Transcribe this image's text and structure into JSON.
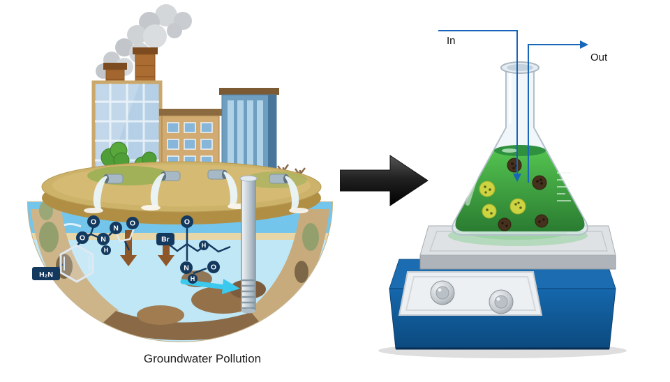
{
  "scene": {
    "caption": "Groundwater Pollution",
    "in_label": "In",
    "out_label": "Out"
  },
  "molecule": {
    "amine": "H₂N",
    "atoms": [
      "O",
      "O",
      "N",
      "H",
      "N",
      "O",
      "O",
      "Br",
      "H",
      "N",
      "H",
      "O"
    ]
  },
  "colors": {
    "flow_line": "#1766b8",
    "liquid_green": "#3aa93f",
    "stirrer_blue": "#1b6cb0",
    "process_arrow": "#1a1a1a",
    "groundwater": "#bfe7f6",
    "molecule_badge": "#14395e"
  }
}
